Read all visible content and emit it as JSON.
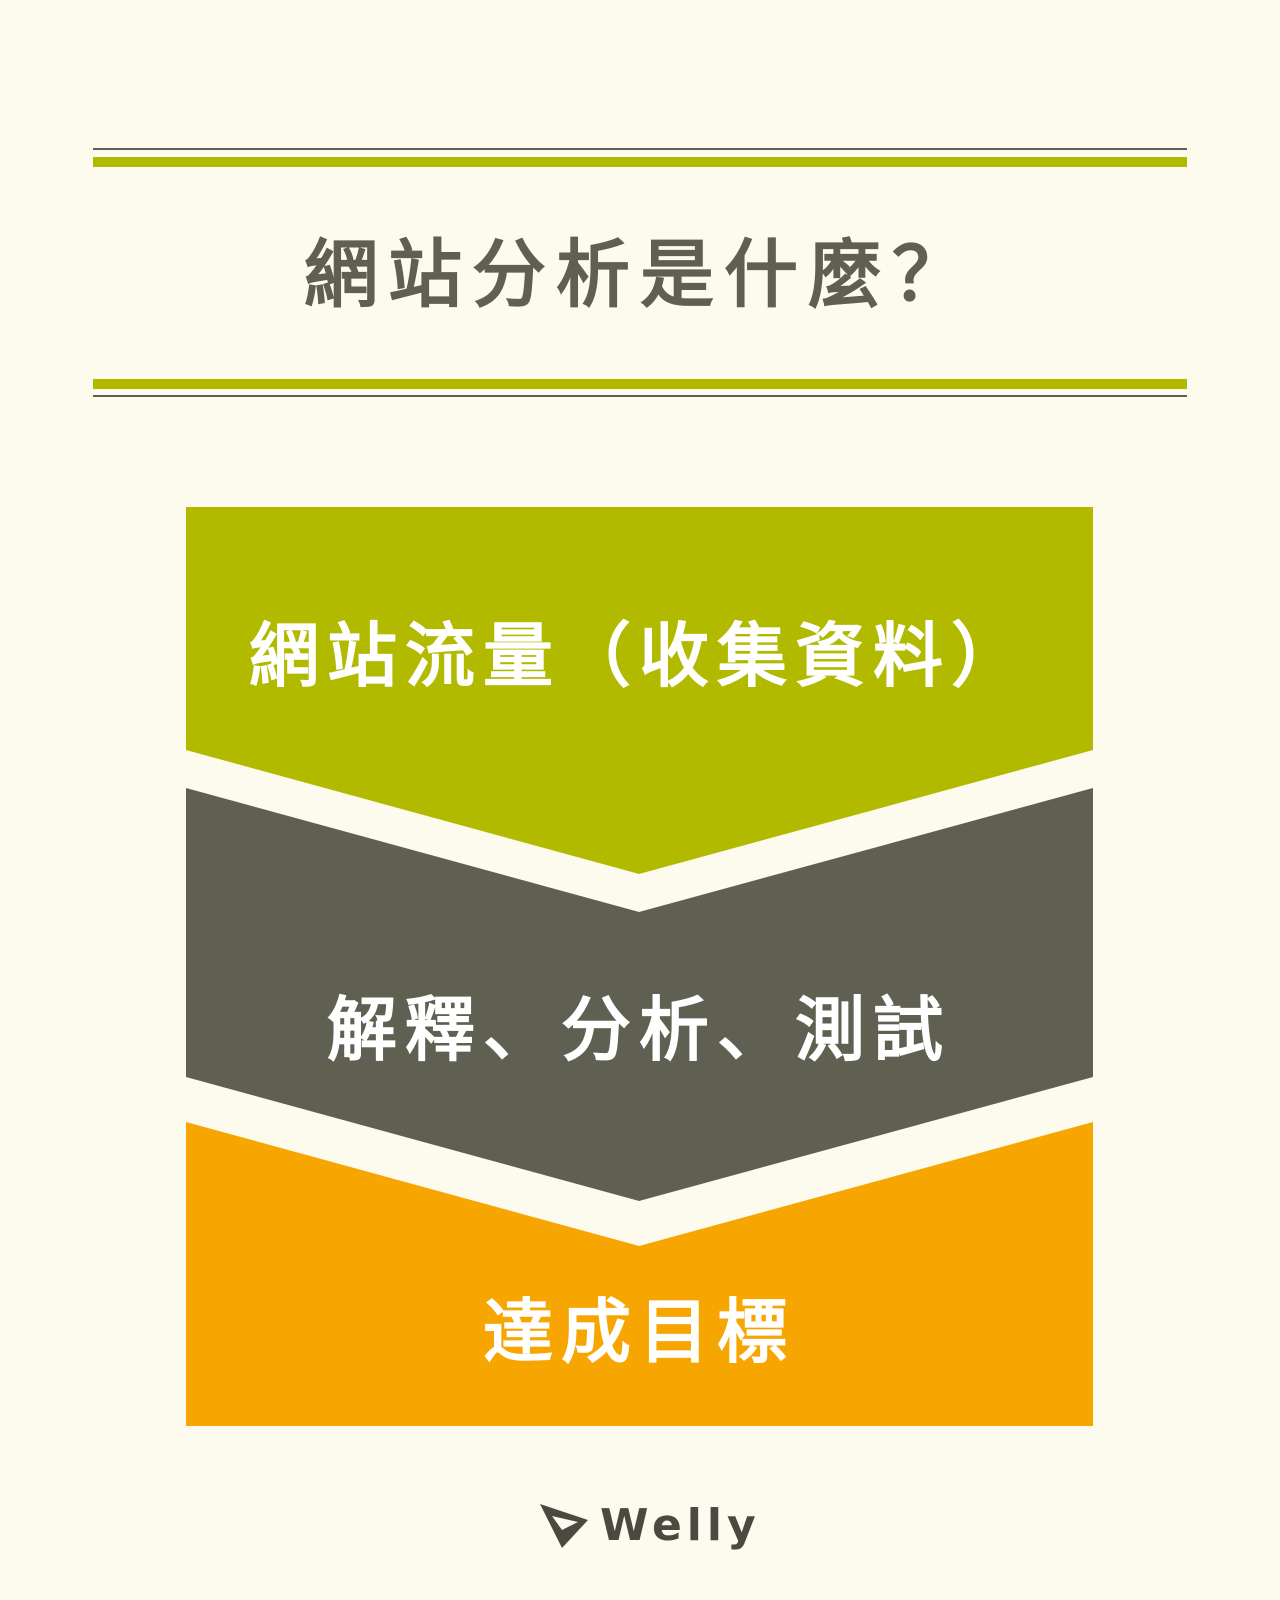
{
  "title": "網站分析是什麼？",
  "steps": [
    {
      "label": "網站流量（收集資料）",
      "color": "#b2ba00"
    },
    {
      "label": "解釋、分析、測試",
      "color": "#5f5f52"
    },
    {
      "label": "達成目標",
      "color": "#f7a500"
    }
  ],
  "brand": {
    "name": "Welly",
    "icon": "paper-plane-icon"
  },
  "colors": {
    "background": "#fdfaee",
    "accent_line": "#b2ba00",
    "dark_line": "#5f5f52"
  }
}
